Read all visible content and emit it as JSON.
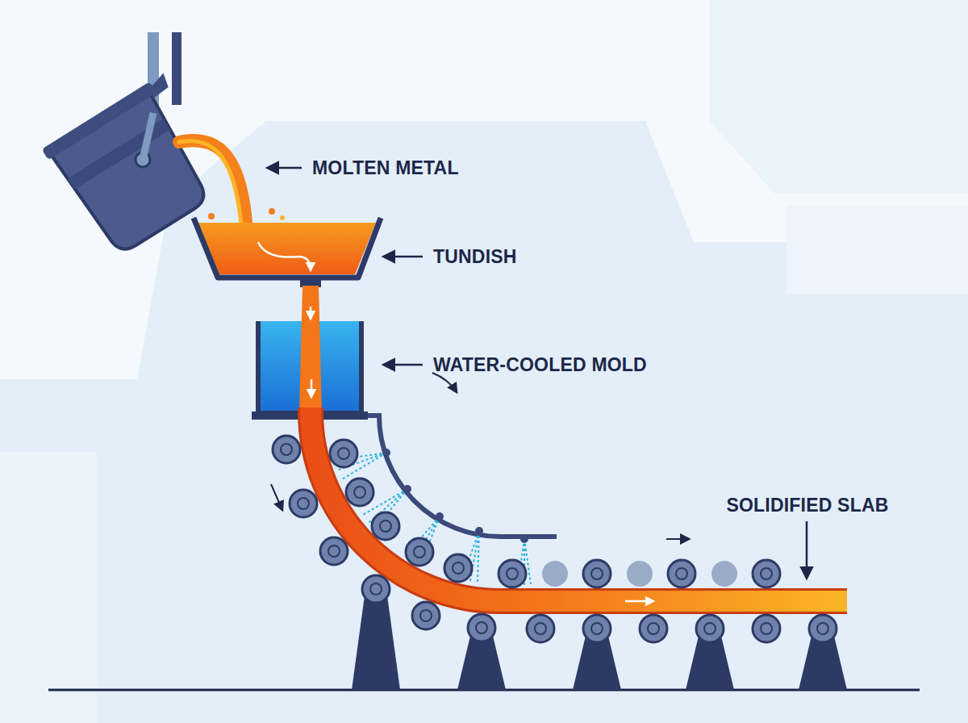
{
  "diagram": {
    "labels": [
      "MOLTEN METAL",
      "TUNDISH",
      "WATER-COOLED MOLD",
      "SOLIDIFIED SLAB"
    ]
  }
}
